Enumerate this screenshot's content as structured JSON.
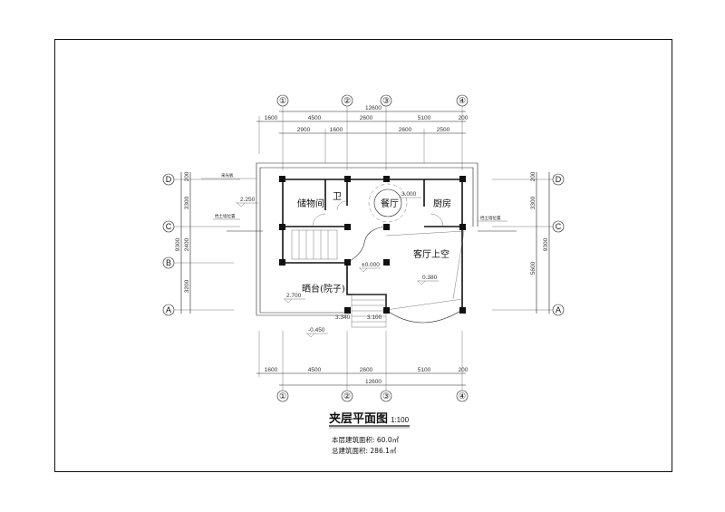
{
  "drawing": {
    "title": "夹层平面图",
    "scale": "1:100",
    "floor_area": "本层建筑面积: 60.0㎡",
    "total_area": "总建筑面积: 286.1㎡"
  },
  "axes": {
    "vertical": [
      "①",
      "②",
      "③",
      "④"
    ],
    "horizontal": [
      "D",
      "C",
      "B",
      "A"
    ]
  },
  "dimensions": {
    "top_total": "12600",
    "top_row1": [
      "1600",
      "4500",
      "2600",
      "5100",
      "200"
    ],
    "top_row2": [
      "2900",
      "1600",
      "2600",
      "2500"
    ],
    "bottom_row": [
      "1600",
      "4500",
      "2600",
      "5100",
      "200"
    ],
    "bottom_total": "12600",
    "left": [
      "200",
      "3300",
      "2400",
      "3200"
    ],
    "left_total": "9300",
    "right": [
      "200",
      "3300",
      "5600"
    ],
    "right_total": "9300"
  },
  "rooms": {
    "storage": "储物间",
    "toilet": "卫",
    "dining": "餐厅",
    "kitchen": "厨房",
    "living_void": "客厅上空",
    "terrace": "晒台(院子)"
  },
  "elevations": {
    "e1": "2.250",
    "e2": "3.000",
    "e3": "±0.000",
    "e4": "0.380",
    "e5": "2.700",
    "e6": "3.340",
    "e7": "3.100",
    "e8": "-0.450"
  },
  "notes": {
    "top_left": "采光板",
    "left_wall": "挡土墙位置",
    "right_wall": "挡土墙位置"
  }
}
